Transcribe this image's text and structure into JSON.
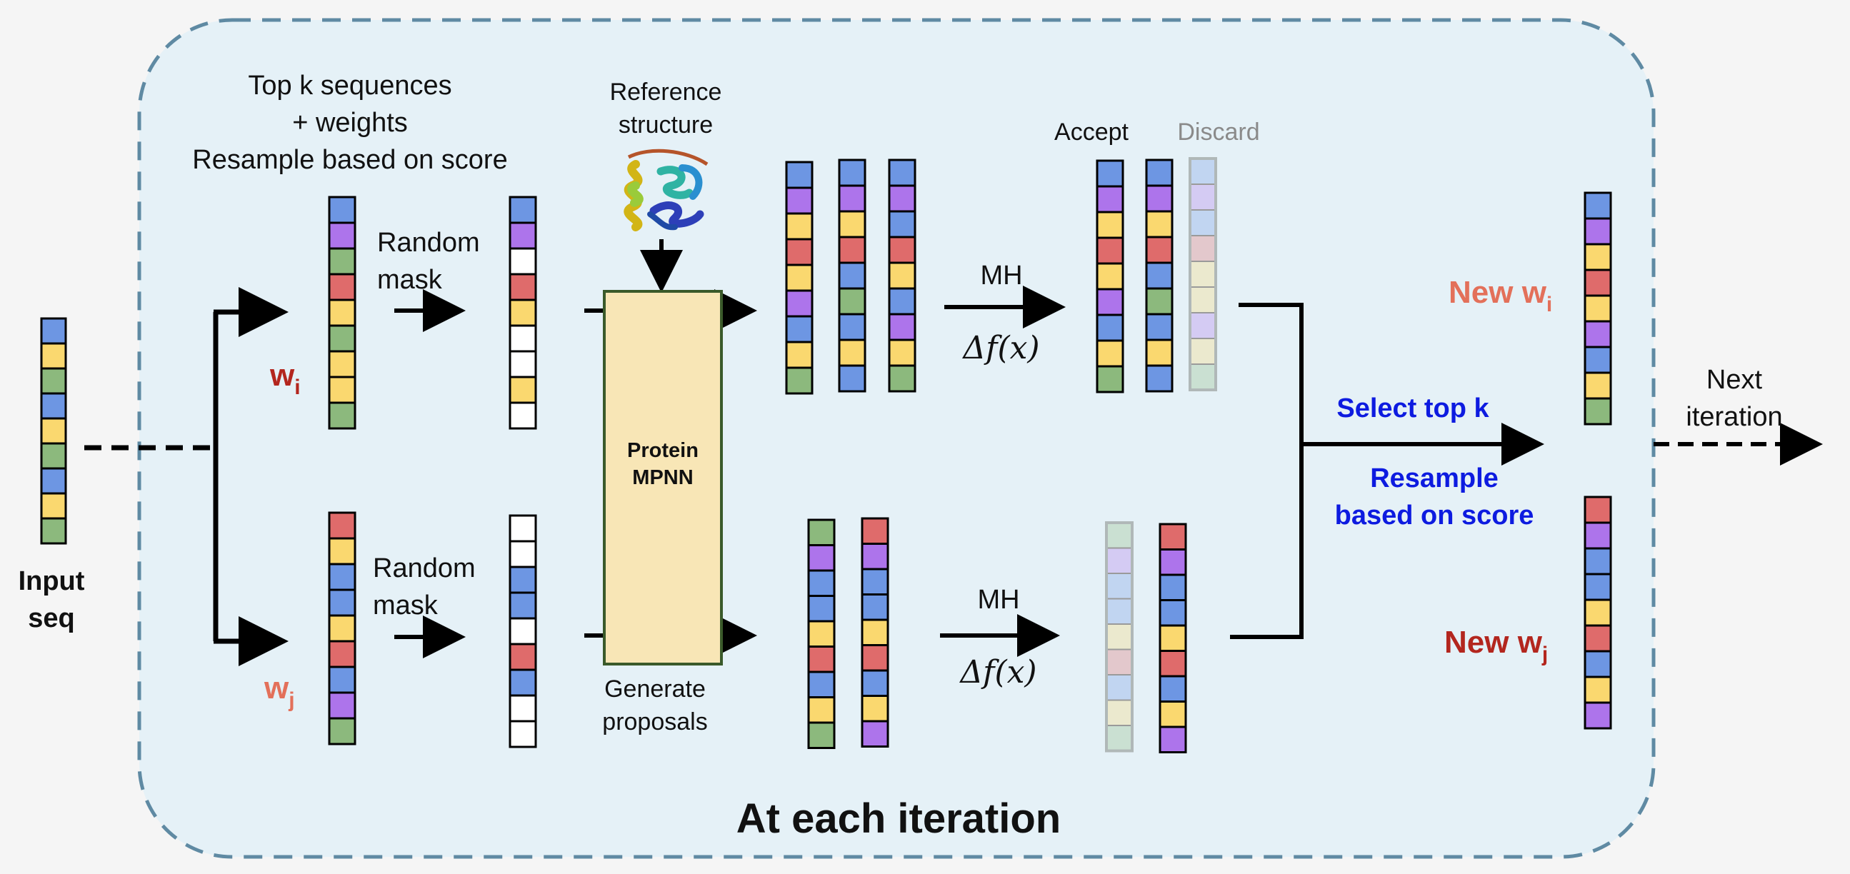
{
  "colors": {
    "background": "#f5f5f5",
    "panel_fill": "#e5f1f7",
    "panel_border": "#5f8aa3",
    "blue": "#6d96e3",
    "purple": "#ad74eb",
    "yellow": "#fad86f",
    "red": "#df6b6b",
    "green": "#8cb97d",
    "white": "#ffffff",
    "mpnn_fill": "#f8e6b6",
    "mpnn_border": "#3a5a2a",
    "weight_orange": "#e3705a",
    "weight_darkred": "#b3261e",
    "select_blue": "#0d1be0",
    "discard_gray": "#8a8a8a"
  },
  "labels": {
    "input_seq_line1": "Input",
    "input_seq_line2": "seq",
    "top_k_line1": "Top k sequences",
    "top_k_line2": "+ weights",
    "top_k_line3": "Resample based on score",
    "w_i_base": "w",
    "w_i_sub": "i",
    "w_j_base": "w",
    "w_j_sub": "j",
    "random_mask_top_line1": "Random",
    "random_mask_top_line2": "mask",
    "random_mask_bottom_line1": "Random",
    "random_mask_bottom_line2": "mask",
    "reference_line1": "Reference",
    "reference_line2": "structure",
    "mpnn_line1": "Protein",
    "mpnn_line2": "MPNN",
    "generate_line1": "Generate",
    "generate_line2": "proposals",
    "mh_top": "MH",
    "delta_top": "Δf(x)",
    "mh_bottom": "MH",
    "delta_bottom": "Δf(x)",
    "accept": "Accept",
    "discard": "Discard",
    "select_top_k": "Select top k",
    "resample_line1": "Resample",
    "resample_line2": "based on score",
    "new_wi_base": "New w",
    "new_wi_sub": "i",
    "new_wj_base": "New w",
    "new_wj_sub": "j",
    "next_line1": "Next",
    "next_line2": "iteration",
    "footer": "At each iteration"
  },
  "sequences": {
    "input": [
      "blue",
      "yellow",
      "green",
      "blue",
      "yellow",
      "green",
      "blue",
      "yellow",
      "green"
    ],
    "w_i": [
      "blue",
      "purple",
      "green",
      "red",
      "yellow",
      "green",
      "yellow",
      "yellow",
      "green"
    ],
    "w_i_masked": [
      "blue",
      "purple",
      "white",
      "red",
      "yellow",
      "white",
      "white",
      "yellow",
      "white"
    ],
    "w_j": [
      "red",
      "yellow",
      "blue",
      "blue",
      "yellow",
      "red",
      "blue",
      "purple",
      "green"
    ],
    "w_j_masked": [
      "white",
      "white",
      "blue",
      "blue",
      "white",
      "red",
      "blue",
      "white",
      "white"
    ],
    "top_proposals": [
      [
        "blue",
        "purple",
        "yellow",
        "red",
        "yellow",
        "purple",
        "blue",
        "yellow",
        "green"
      ],
      [
        "blue",
        "purple",
        "yellow",
        "red",
        "blue",
        "green",
        "blue",
        "yellow",
        "blue"
      ],
      [
        "blue",
        "purple",
        "blue",
        "red",
        "yellow",
        "blue",
        "purple",
        "yellow",
        "green"
      ]
    ],
    "top_accept": [
      [
        "blue",
        "purple",
        "yellow",
        "red",
        "yellow",
        "purple",
        "blue",
        "yellow",
        "green"
      ],
      [
        "blue",
        "purple",
        "yellow",
        "red",
        "blue",
        "green",
        "blue",
        "yellow",
        "blue"
      ]
    ],
    "top_discard": [
      "blue",
      "purple",
      "blue",
      "red",
      "yellow",
      "yellow",
      "purple",
      "yellow",
      "green"
    ],
    "bottom_proposals": [
      [
        "green",
        "purple",
        "blue",
        "blue",
        "yellow",
        "red",
        "blue",
        "yellow",
        "green"
      ],
      [
        "red",
        "purple",
        "blue",
        "blue",
        "yellow",
        "red",
        "blue",
        "yellow",
        "purple"
      ]
    ],
    "bottom_discard": [
      "green",
      "purple",
      "blue",
      "blue",
      "yellow",
      "red",
      "blue",
      "yellow",
      "green"
    ],
    "bottom_accept": [
      "red",
      "purple",
      "blue",
      "blue",
      "yellow",
      "red",
      "blue",
      "yellow",
      "purple"
    ],
    "new_wi": [
      "blue",
      "purple",
      "yellow",
      "red",
      "yellow",
      "purple",
      "blue",
      "yellow",
      "green"
    ],
    "new_wj": [
      "red",
      "purple",
      "blue",
      "blue",
      "yellow",
      "red",
      "blue",
      "yellow",
      "purple"
    ]
  },
  "icons": {
    "reference_structure": "protein-ribbon-icon"
  }
}
